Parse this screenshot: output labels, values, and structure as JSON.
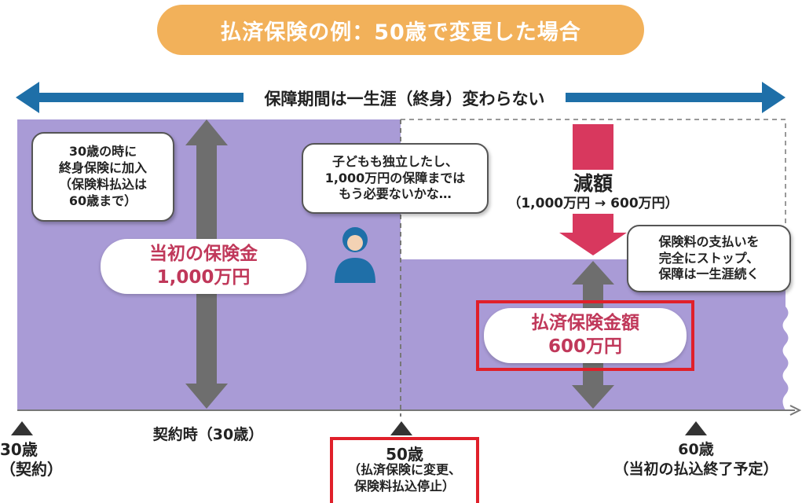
{
  "title": "払済保険の例：50歳で変更した場合",
  "period_label": "保障期間は一生涯（終身）変わらない",
  "bubbles": {
    "age30_note": "30歳の時に\n終身保険に加入\n（保険料払込は\n60歳まで）",
    "person_thought": "子どもも独立したし、\n1,000万円の保障までは\nもう必要ないかな…",
    "stop_note": "保険料の支払いを\n完全にストップ、\n保障は一生涯続く"
  },
  "amounts": {
    "initial": "当初の保険金\n1,000万円",
    "paid_up": "払済保険金額\n600万円"
  },
  "reduction": {
    "title": "減額",
    "detail": "（1,000万円 → 600万円）"
  },
  "contract_label": "契約時（30歳）",
  "timeline": {
    "age30": "30歳\n（契約）",
    "age50_age": "50歳",
    "age50_note": "（払済保険に変更、\n保険料払込停止）",
    "age60": "60歳\n（当初の払込終了予定）"
  },
  "colors": {
    "accent": "#f2b15a",
    "purple_area": "#a99bd6",
    "blue_arrow": "#1e6fa8",
    "red_highlight": "#e0202a",
    "reduction_arrow": "#d8385e",
    "amount_text": "#c0385a"
  }
}
